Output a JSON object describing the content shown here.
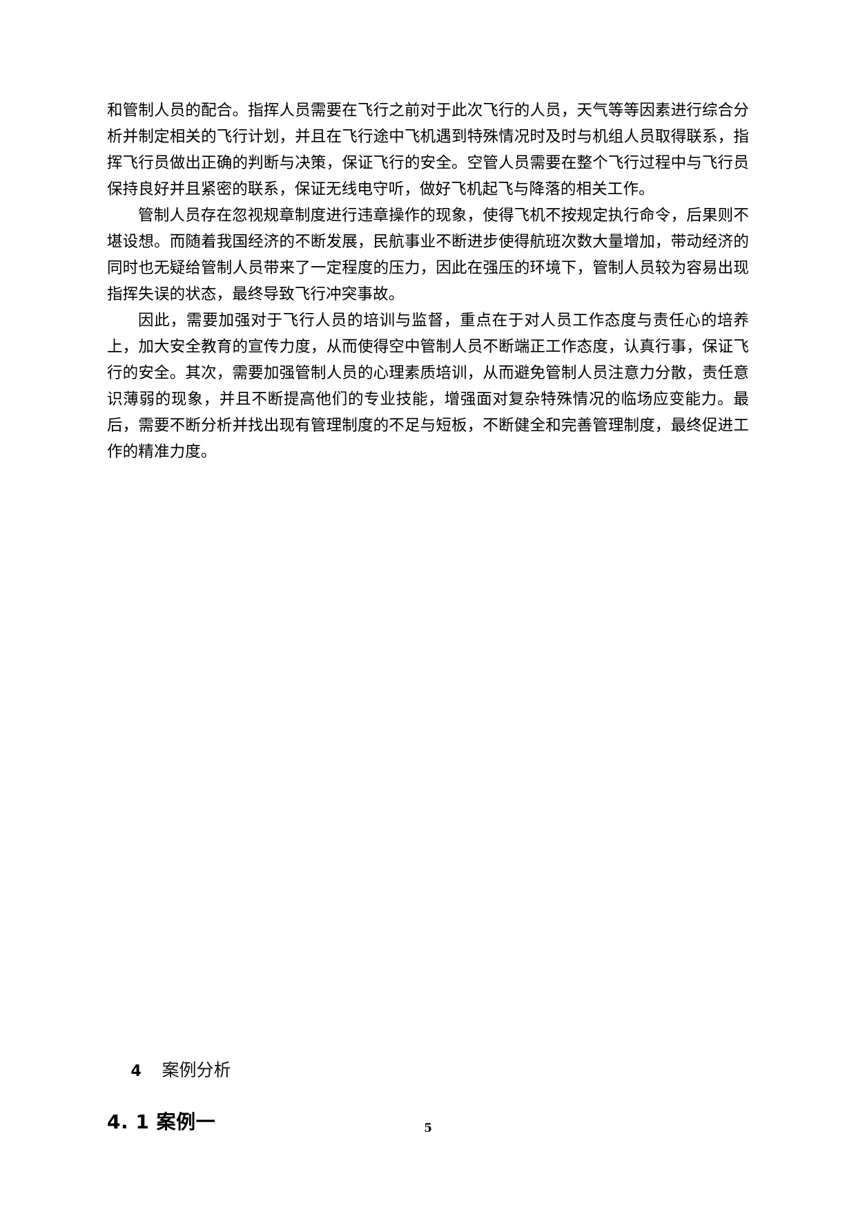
{
  "document": {
    "page_number": "5",
    "paragraphs": [
      {
        "id": "p1",
        "indent": false,
        "text": "和管制人员的配合。指挥人员需要在飞行之前对于此次飞行的人员，天气等等因素进行综合分析并制定相关的飞行计划，并且在飞行途中飞机遇到特殊情况时及时与机组人员取得联系，指挥飞行员做出正确的判断与决策，保证飞行的安全。空管人员需要在整个飞行过程中与飞行员保持良好并且紧密的联系，保证无线电守听，做好飞机起飞与降落的相关工作。"
      },
      {
        "id": "p2",
        "indent": true,
        "text": "管制人员存在忽视规章制度进行违章操作的现象，使得飞机不按规定执行命令，后果则不堪设想。而随着我国经济的不断发展，民航事业不断进步使得航班次数大量增加，带动经济的同时也无疑给管制人员带来了一定程度的压力，因此在强压的环境下，管制人员较为容易出现指挥失误的状态，最终导致飞行冲突事故。"
      },
      {
        "id": "p3",
        "indent": true,
        "text": "因此，需要加强对于飞行人员的培训与监督，重点在于对人员工作态度与责任心的培养上，加大安全教育的宣传力度，从而使得空中管制人员不断端正工作态度，认真行事，保证飞行的安全。其次，需要加强管制人员的心理素质培训，从而避免管制人员注意力分散，责任意识薄弱的现象，并且不断提高他们的专业技能，增强面对复杂特殊情况的临场应变能力。最后，需要不断分析并找出现有管理制度的不足与短板，不断健全和完善管理制度，最终促进工作的精准力度。"
      }
    ],
    "headings": {
      "level1_number": "4",
      "level1_separator": "　 ",
      "level1_text": "案例分析",
      "level2": "4. 1 案例一"
    }
  }
}
